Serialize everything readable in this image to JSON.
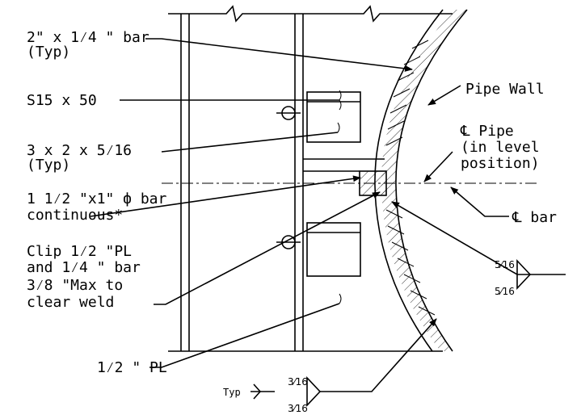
{
  "labels": {
    "bar_2x14_line1": "2\" x 1⁄4 \" bar",
    "bar_2x14_line2": "(Typ)",
    "s15": "S15 x 50",
    "angle_line1": "3 x 2 x 5⁄16",
    "angle_line2": "(Typ)",
    "cont_bar_line1": "1 1⁄2 \"x1\" ф bar",
    "cont_bar_line2": "continuous*",
    "clip_line1": "Clip 1⁄2 \"PL",
    "clip_line2": "and 1⁄4 \" bar",
    "clip_line3": "3⁄8 \"Max to",
    "clip_line4": "clear weld",
    "plate": "1⁄2 \" PL",
    "pipe_wall": "Pipe Wall",
    "cl_pipe_line1": "℄ Pipe",
    "cl_pipe_line2": "(in level",
    "cl_pipe_line3": "position)",
    "cl_bar": "℄ bar",
    "weld_right_top": "5⁄16",
    "weld_right_bottom": "5⁄16",
    "weld_bottom_top": "3⁄16",
    "weld_bottom_bottom": "3⁄16",
    "typ": "Typ"
  }
}
